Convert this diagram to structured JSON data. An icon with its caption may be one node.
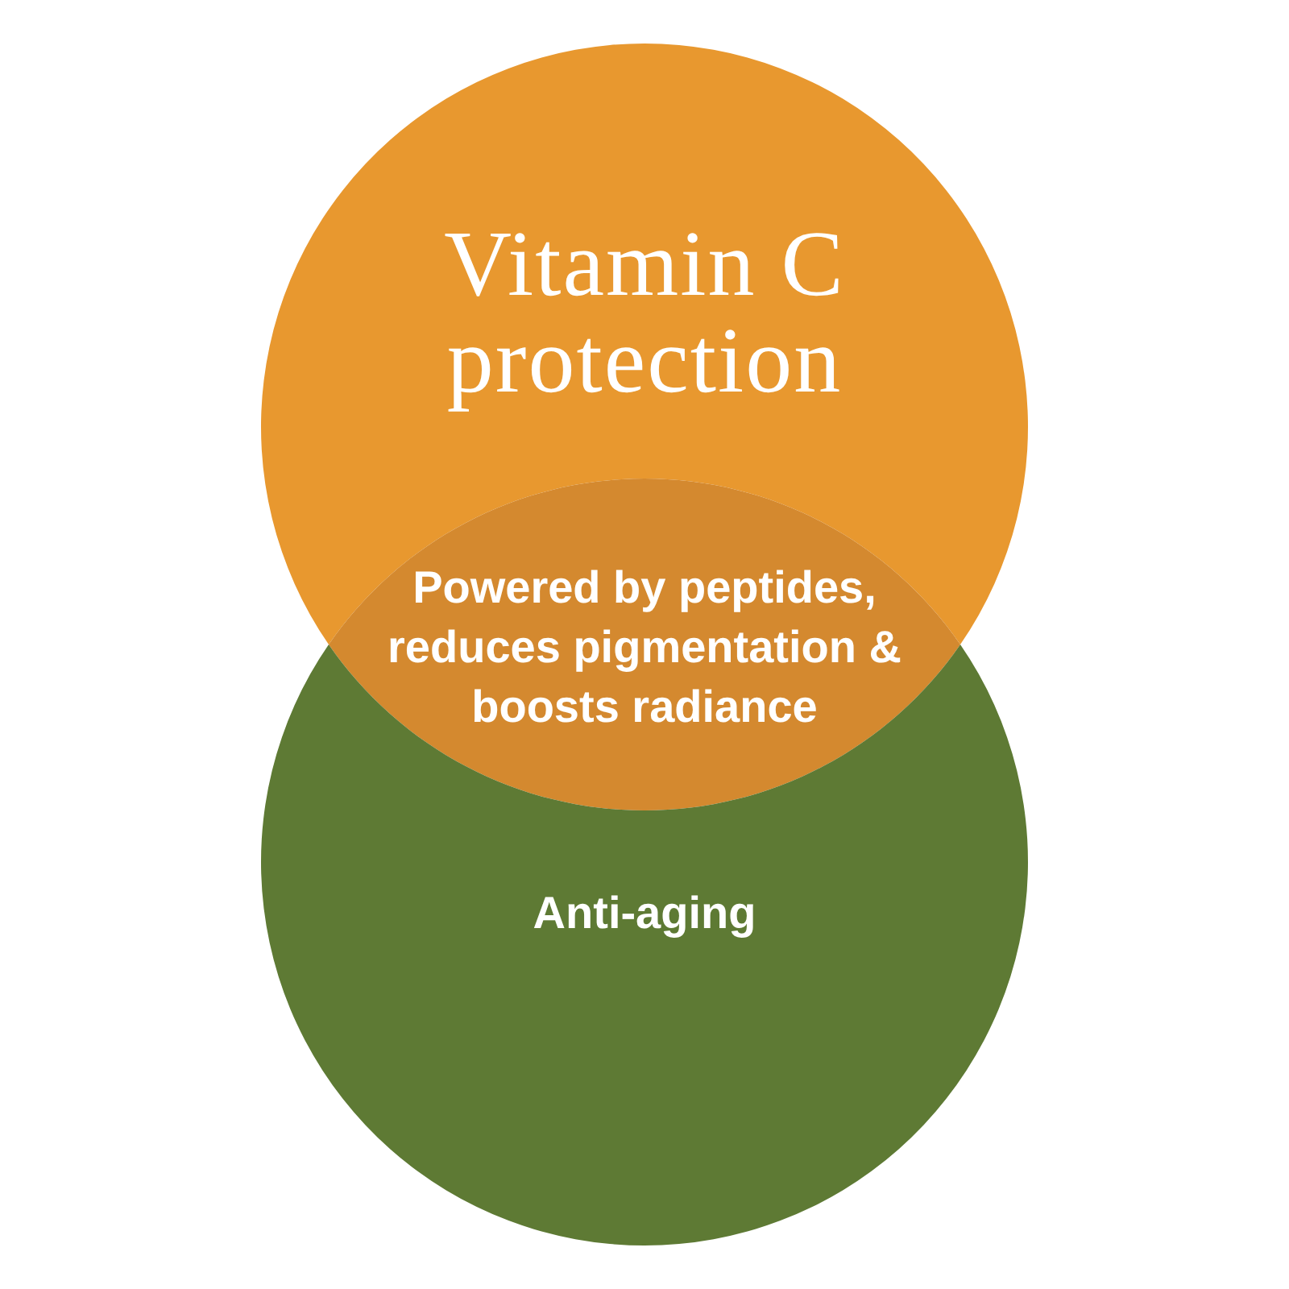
{
  "diagram": {
    "nodes": [
      {
        "text": [
          "Vitamin C protection"
        ]
      },
      {
        "text": [
          "Powered by peptides, reduces pigmentation & boosts radiance"
        ]
      },
      {
        "text": [
          "Anti-aging"
        ]
      }
    ]
  }
}
